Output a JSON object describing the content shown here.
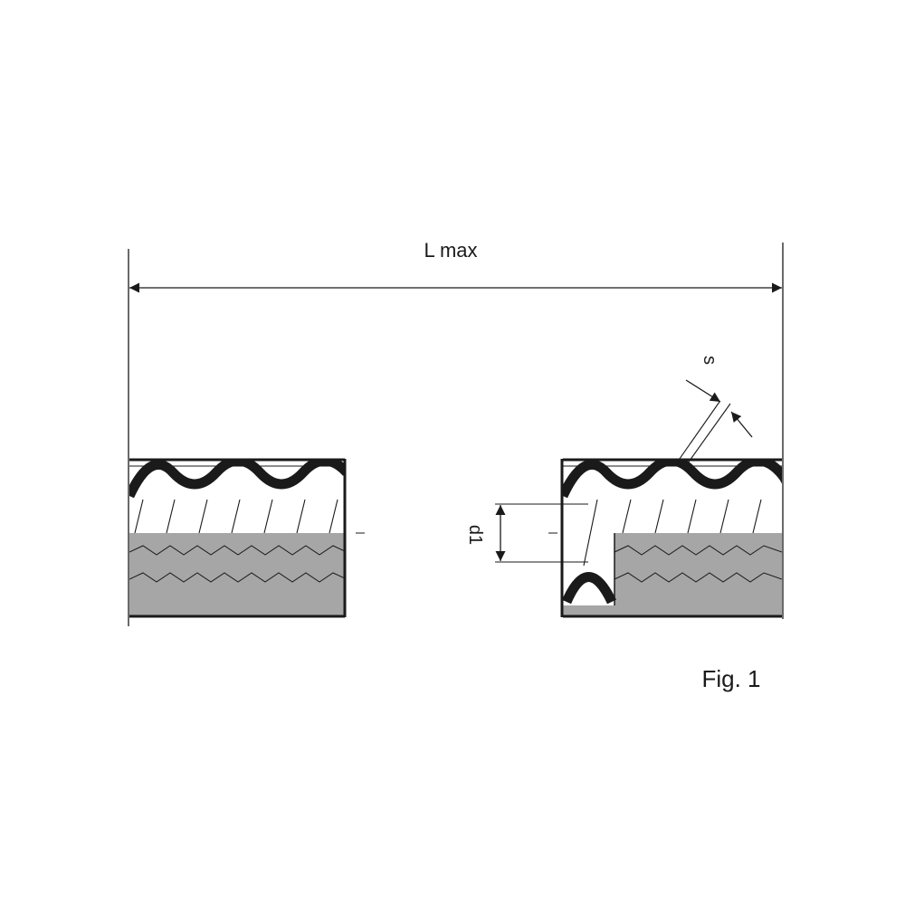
{
  "labels": {
    "length": "L max",
    "thickness": "s",
    "inner_diameter": "d1",
    "caption": "Fig. 1"
  },
  "colors": {
    "line": "#1a1a1a",
    "fill": "#a6a6a6",
    "background": "#ffffff"
  }
}
